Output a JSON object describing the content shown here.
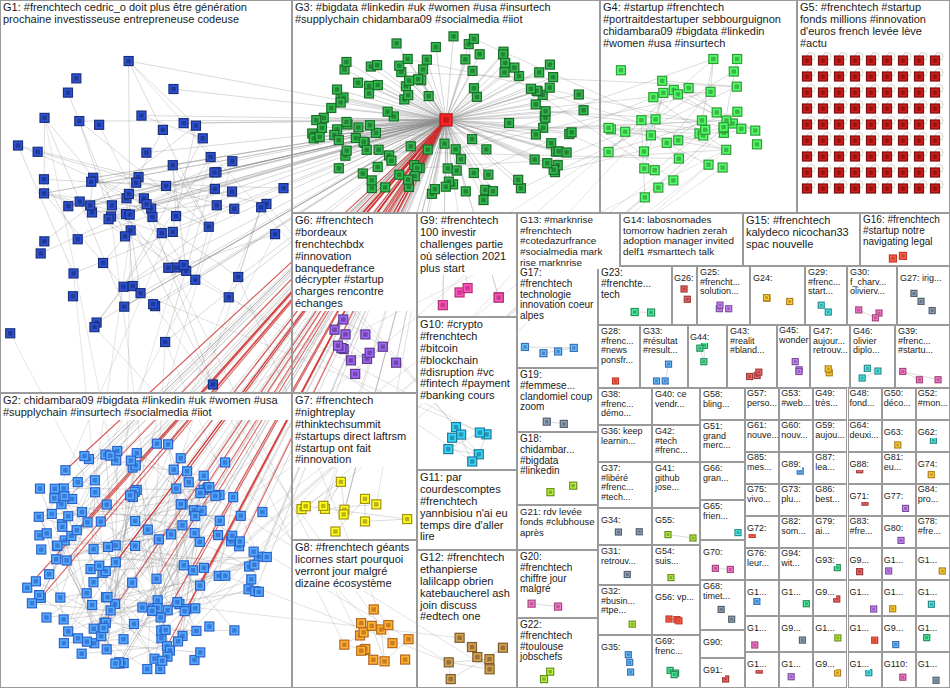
{
  "diagram": {
    "nodes": [
      {
        "text": [
          "G1: #frenchtech cedric_o doit plus être génération prochaine investisseuse entrepreneuse codeuse"
        ]
      },
      {
        "text": [
          "G3: #bigdata #linkedin #uk #women #usa #insurtech #supplychain chidambara09 #socialmedia #iiot"
        ]
      },
      {
        "text": [
          "G4: #startup #frenchtech #portraitdestartuper sebbourguignon chidambara09 #bigdata #linkedin #women #usa #insurtech"
        ]
      },
      {
        "text": [
          "G5: #frenchtech #startup fonds millions #innovation d'euros french levée lève #actu"
        ]
      },
      {
        "text": [
          "G6: #frenchtech #bordeaux frenchtechbdx #innovation banquedefrance décrypter #startup charges rencontre échanges"
        ]
      },
      {
        "text": [
          "G9: #frenchtech 100 investir challenges partie où sélection 2021 plus start"
        ]
      },
      {
        "text": [
          "G13: #marknrise #frenchtech #cotedazurfrance #socialmedia mark rise marknrise"
        ]
      },
      {
        "text": [
          "G14: labosnomades tomorrow hadrien zerah adoption manager invited delf1 #smarttech talk"
        ]
      },
      {
        "text": [
          "G15: #frenchtech kalydeco nicochan33 spac nouvelle"
        ]
      },
      {
        "text": [
          "G16: #frenchtech #startup notre navigating legal"
        ]
      },
      {
        "text": [
          "G17: #frenchtech technologie innovation coeur alpes"
        ]
      },
      {
        "text": [
          "G23: #frenchte... tech"
        ]
      },
      {
        "text": [
          "G26:"
        ]
      },
      {
        "text": [
          "G25: #frencht... solution..."
        ]
      },
      {
        "text": [
          "G24:"
        ]
      },
      {
        "text": [
          "G29: #frenc... start..."
        ]
      },
      {
        "text": [
          "G30: f_charv... olivierv..."
        ]
      },
      {
        "text": [
          "G27: irig..."
        ]
      },
      {
        "text": [
          "G10: #crypto #frenchtech #bitcoin #blockchain #disruption #vc #fintech #payment #banking cours"
        ]
      },
      {
        "text": [
          "G28: #frenc... #news ponsfr..."
        ]
      },
      {
        "text": [
          "G33: #résultat #result..."
        ]
      },
      {
        "text": [
          "G44:"
        ]
      },
      {
        "text": [
          "G43: #realit #bland..."
        ]
      },
      {
        "text": [
          "G45: wonder"
        ]
      },
      {
        "text": [
          "G47: aujour... retrouv..."
        ]
      },
      {
        "text": [
          "G46: olivier diplo..."
        ]
      },
      {
        "text": [
          "G39: #frenc... #startu..."
        ]
      },
      {
        "text": [
          "G19: #femmese... clandomiel coup zoom"
        ]
      },
      {
        "text": [
          "G38: #frenc... démo..."
        ]
      },
      {
        "text": [
          "G40: ce vendr..."
        ]
      },
      {
        "text": [
          "G58: bling..."
        ]
      },
      {
        "text": [
          "G57: perso..."
        ]
      },
      {
        "text": [
          "G53: #web..."
        ]
      },
      {
        "text": [
          "G49: très..."
        ]
      },
      {
        "text": [
          "G48: fond..."
        ]
      },
      {
        "text": [
          "G50: déco..."
        ]
      },
      {
        "text": [
          "G52: #mon..."
        ]
      },
      {
        "text": [
          "G2: chidambara09 #bigdata #linkedin #uk #women #usa #supplychain #insurtech #socialmedia #iiot"
        ]
      },
      {
        "text": [
          "G7: #frenchtech #nightreplay #thinktechsummit #startups direct laftrsm #startup ont fait #innovation"
        ]
      },
      {
        "text": [
          "G51: grand merc..."
        ]
      },
      {
        "text": [
          "G61: nouve..."
        ]
      },
      {
        "text": [
          "G60: nouv..."
        ]
      },
      {
        "text": [
          "G59: aujou..."
        ]
      },
      {
        "text": [
          "G64: deuxi..."
        ]
      },
      {
        "text": [
          "G63:"
        ]
      },
      {
        "text": [
          "G62:"
        ]
      },
      {
        "text": [
          "G36: keep learnin..."
        ]
      },
      {
        "text": [
          "G42: #tech #frenc..."
        ]
      },
      {
        "text": [
          "G18: chidambar... #bigdata #linkedin"
        ]
      },
      {
        "text": [
          "G85: mes..."
        ]
      },
      {
        "text": [
          "G89:"
        ]
      },
      {
        "text": [
          "G87: lea..."
        ]
      },
      {
        "text": [
          "G88:"
        ]
      },
      {
        "text": [
          "G81: eu..."
        ]
      },
      {
        "text": [
          "G74:"
        ]
      },
      {
        "text": [
          "G37: #libéré #frenc... #tech..."
        ]
      },
      {
        "text": [
          "G41: github jose..."
        ]
      },
      {
        "text": [
          "G66: gran..."
        ]
      },
      {
        "text": [
          "G11: par courdescomptes #frenchtech yannbisiou n'ai eu temps dire d'aller lire"
        ]
      },
      {
        "text": [
          "G75: vivo..."
        ]
      },
      {
        "text": [
          "G73: plu..."
        ]
      },
      {
        "text": [
          "G86: best..."
        ]
      },
      {
        "text": [
          "G71:"
        ]
      },
      {
        "text": [
          "G77:"
        ]
      },
      {
        "text": [
          "G84: pro..."
        ]
      },
      {
        "text": [
          "G65: frien..."
        ]
      },
      {
        "text": [
          "G21: rdv levée fonds #clubhouse après"
        ]
      },
      {
        "text": [
          "G34:"
        ]
      },
      {
        "text": [
          "G55:"
        ]
      },
      {
        "text": [
          "G72:"
        ]
      },
      {
        "text": [
          "G82: som..."
        ]
      },
      {
        "text": [
          "G79: ai..."
        ]
      },
      {
        "text": [
          "G83: #fre..."
        ]
      },
      {
        "text": [
          "G80:"
        ]
      },
      {
        "text": [
          "G78: #fre..."
        ]
      },
      {
        "text": [
          "G8: #frenchtech géants licornes start pourquoi verront jour malgré dizaine écosystème"
        ]
      },
      {
        "text": [
          "G70:"
        ]
      },
      {
        "text": [
          "G31: retrouv..."
        ]
      },
      {
        "text": [
          "G54: suis..."
        ]
      },
      {
        "text": [
          "G76: leur..."
        ]
      },
      {
        "text": [
          "G94: wit..."
        ]
      },
      {
        "text": [
          "G93:"
        ]
      },
      {
        "text": [
          "G9..."
        ]
      },
      {
        "text": [
          "G1..."
        ]
      },
      {
        "text": [
          "G1..."
        ]
      },
      {
        "text": [
          "G12: #frenchtech ethanpierse lalilcapp obrien katebaucherel ash join discuss #edtech one"
        ]
      },
      {
        "text": [
          "G20: #frenchtech chiffre jour malgré"
        ]
      },
      {
        "text": [
          "G68: timet..."
        ]
      },
      {
        "text": [
          "G32: #busin... #tpe..."
        ]
      },
      {
        "text": [
          "G56: vp..."
        ]
      },
      {
        "text": [
          "G1..."
        ]
      },
      {
        "text": [
          "G1..."
        ]
      },
      {
        "text": [
          "G9..."
        ]
      },
      {
        "text": [
          "G1..."
        ]
      },
      {
        "text": [
          "G1..."
        ]
      },
      {
        "text": [
          "G1..."
        ]
      },
      {
        "text": [
          "G1..."
        ]
      },
      {
        "text": [
          "G9..."
        ]
      },
      {
        "text": [
          "G1..."
        ]
      },
      {
        "text": [
          "G1..."
        ]
      },
      {
        "text": [
          "G9..."
        ]
      },
      {
        "text": [
          "G1..."
        ]
      },
      {
        "text": [
          "G1..."
        ]
      },
      {
        "text": [
          "G1..."
        ]
      },
      {
        "text": [
          "G9..."
        ]
      },
      {
        "text": [
          "G1..."
        ]
      },
      {
        "text": [
          "G110:"
        ]
      },
      {
        "text": [
          "G1..."
        ]
      },
      {
        "text": [
          "G22: #frenchtech #toulouse jobschefs"
        ]
      },
      {
        "text": [
          "G90:"
        ]
      },
      {
        "text": [
          "G35:"
        ]
      },
      {
        "text": [
          "G69: frenc..."
        ]
      },
      {
        "text": [
          "G91:"
        ]
      }
    ]
  }
}
